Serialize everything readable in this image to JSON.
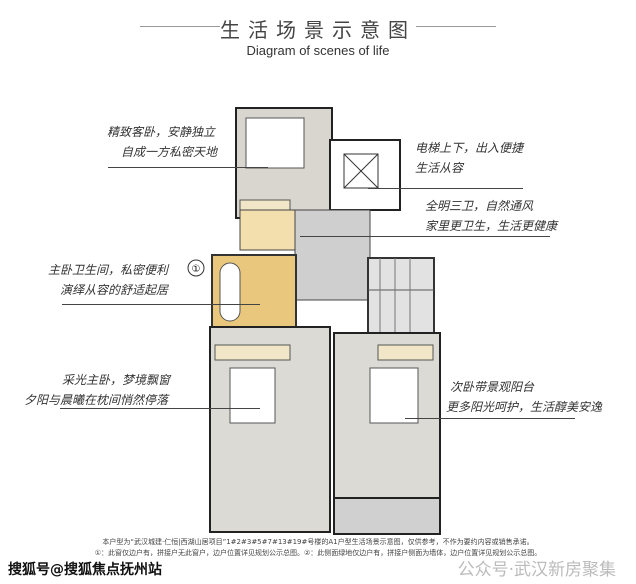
{
  "header": {
    "title": "生活场景示意图",
    "subtitle": "Diagram of scenes of life"
  },
  "annotations": [
    {
      "line1": "精致客卧，安静独立",
      "line2": "自成一方私密天地"
    },
    {
      "line1": "电梯上下，出入便捷",
      "line2": "生活从容"
    },
    {
      "line1": "全明三卫，自然通风",
      "line2": "家里更卫生，生活更健康"
    },
    {
      "line1": "主卧卫生间，私密便利",
      "line2": "演绎从容的舒适起居"
    },
    {
      "line1": "采光主卧，梦境飘窗",
      "line2": "夕阳与晨曦在枕间悄然停落"
    },
    {
      "line1": "次卧带景观阳台",
      "line2": "更多阳光呵护，生活醇美安逸"
    }
  ],
  "plan": {
    "marker": "①"
  },
  "footer": {
    "line1": "本户型为“武汉城建·仁恒|西湖山居项目”1#2#3#5#7#13#19#号楼的A1户型生活场景示意图，仅供参考，不作为要约内容或销售承诺。",
    "line2": "①：此窗仅边户有，拼接户无此窗户，边户位置详见规划公示总图。②：此侧面绿地仅边户有，拼接户侧面为墙体，边户位置详见规划公示总图。"
  },
  "watermarks": {
    "left": "搜狐号@搜狐焦点抚州站",
    "right": "公众号·武汉新房聚集"
  }
}
